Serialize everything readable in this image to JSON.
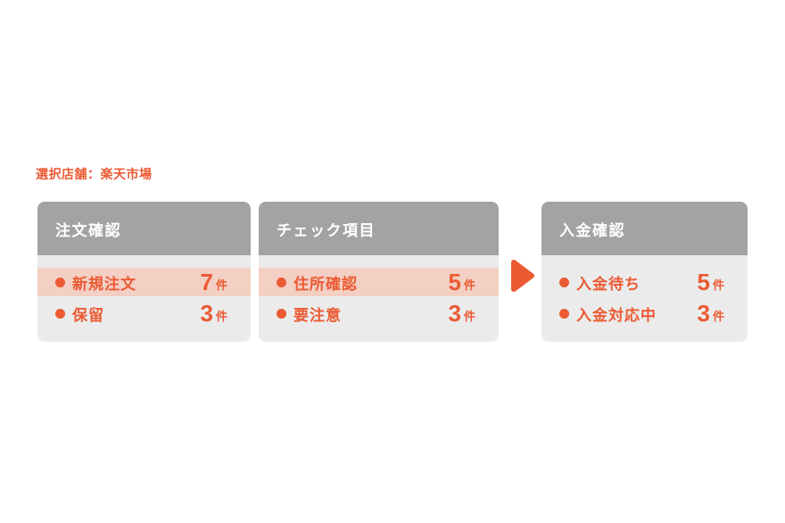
{
  "page": {
    "store_label": "選択店舗：楽天市場"
  },
  "colors": {
    "accent_orange": "#eb5a33",
    "header_gray": "#a3a3a3",
    "panel_body_gray": "#ebebeb",
    "highlight_salmon": "#f3cfc4",
    "header_text_white": "#ffffff",
    "page_background": "#ffffff"
  },
  "panels": [
    {
      "title": "注文確認",
      "rows": [
        {
          "label": "新規注文",
          "count": "7",
          "unit": "件",
          "highlighted": true
        },
        {
          "label": "保留",
          "count": "3",
          "unit": "件",
          "highlighted": false
        }
      ]
    },
    {
      "title": "チェック項目",
      "rows": [
        {
          "label": "住所確認",
          "count": "5",
          "unit": "件",
          "highlighted": true
        },
        {
          "label": "要注意",
          "count": "3",
          "unit": "件",
          "highlighted": false
        }
      ]
    },
    {
      "title": "入金確認",
      "rows": [
        {
          "label": "入金待ち",
          "count": "5",
          "unit": "件",
          "highlighted": false
        },
        {
          "label": "入金対応中",
          "count": "3",
          "unit": "件",
          "highlighted": false
        }
      ]
    }
  ],
  "arrow": {
    "name": "flow-arrow-right",
    "direction": "right",
    "color": "#eb5a33"
  }
}
